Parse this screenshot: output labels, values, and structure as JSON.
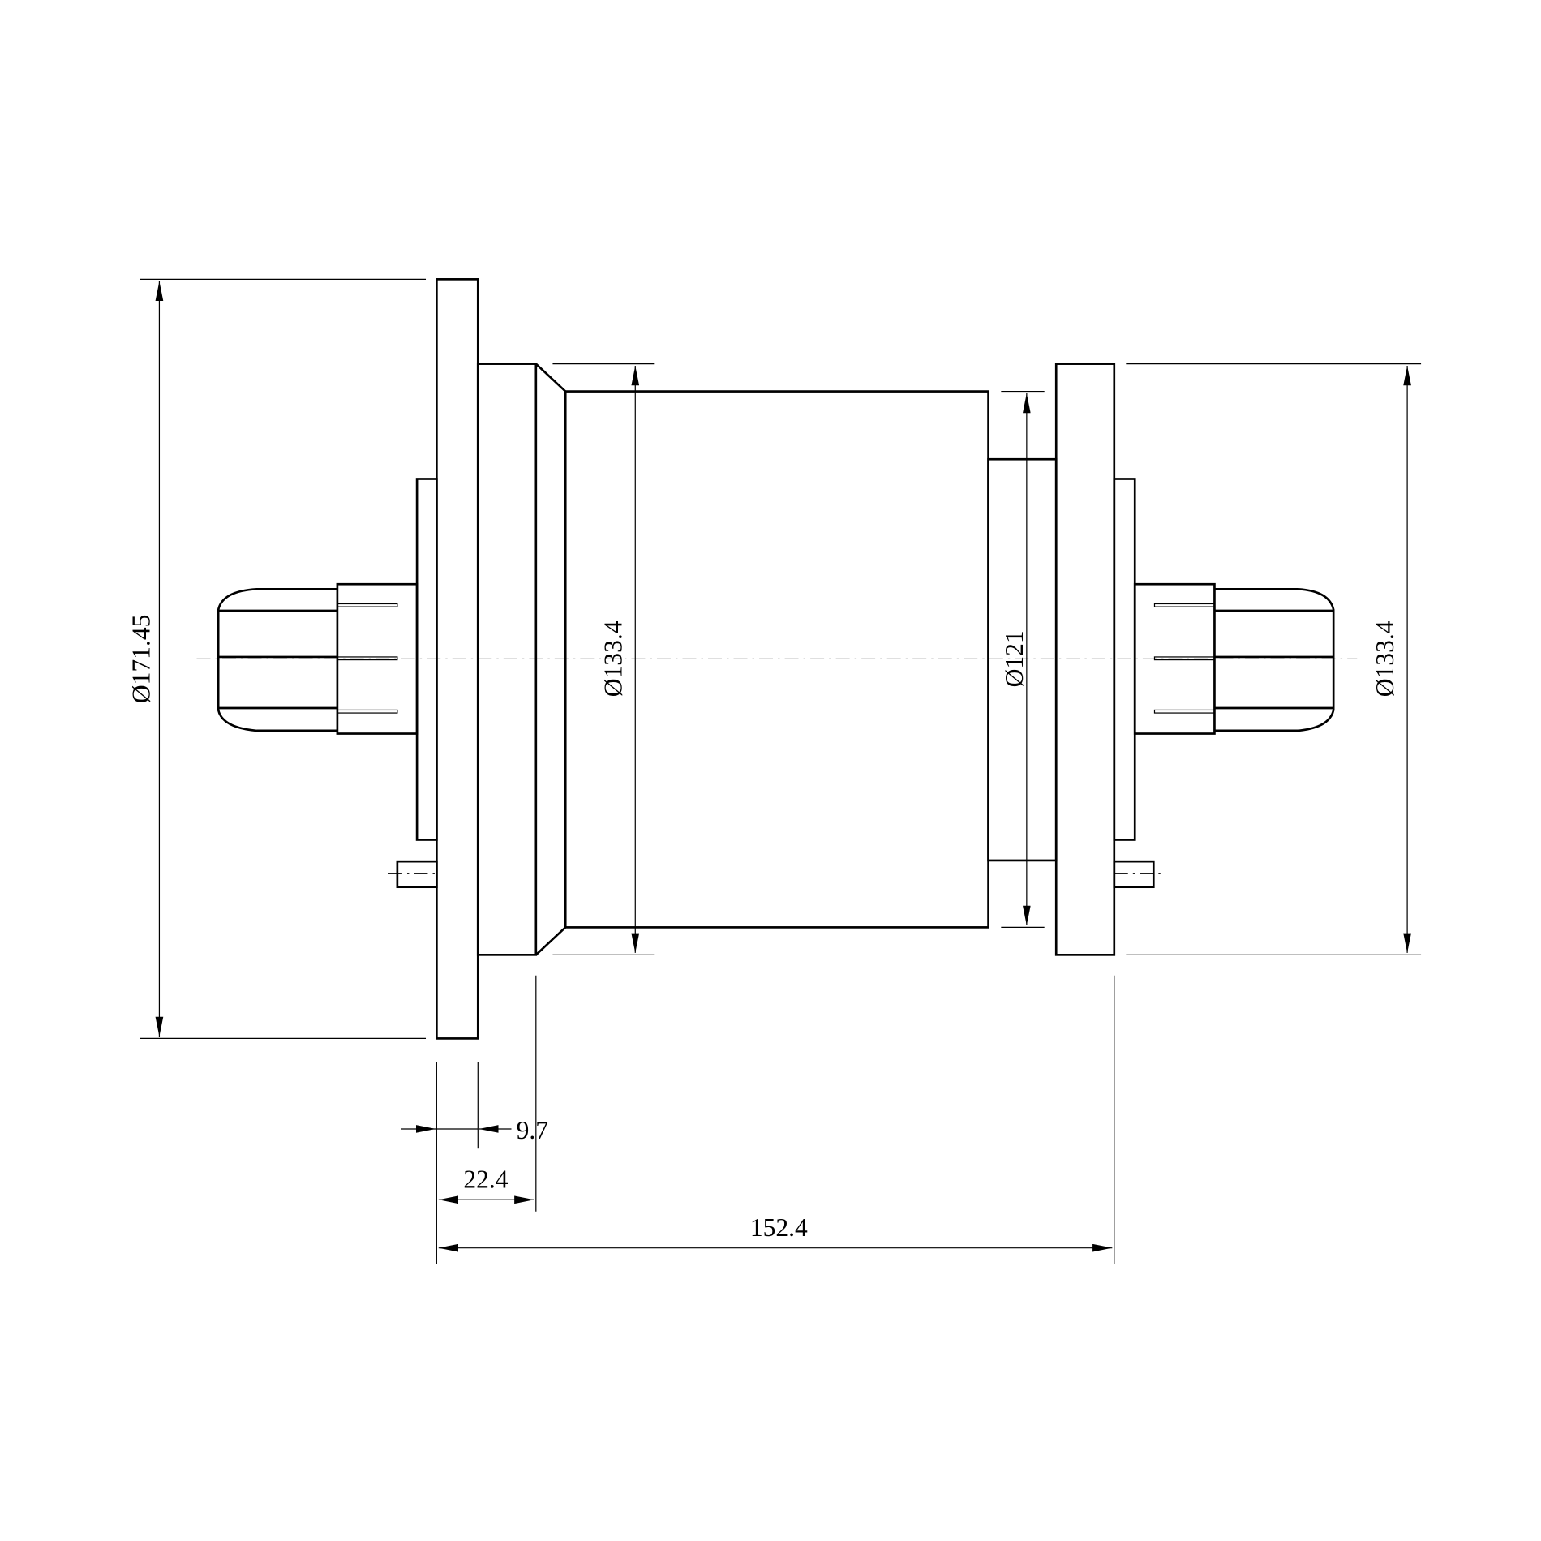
{
  "drawing": {
    "type": "technical-drawing",
    "subject": "flanged cylindrical housing with connectors, side view",
    "line_color": "#000000",
    "background": "#ffffff"
  },
  "dimensions": {
    "flange_diameter": "Ø171.45",
    "body_left_diameter": "Ø133.4",
    "neck_diameter": "Ø121",
    "right_flange_diameter": "Ø133.4",
    "flange_thickness": "9.7",
    "flange_to_body_step": "22.4",
    "overall_length": "152.4"
  }
}
